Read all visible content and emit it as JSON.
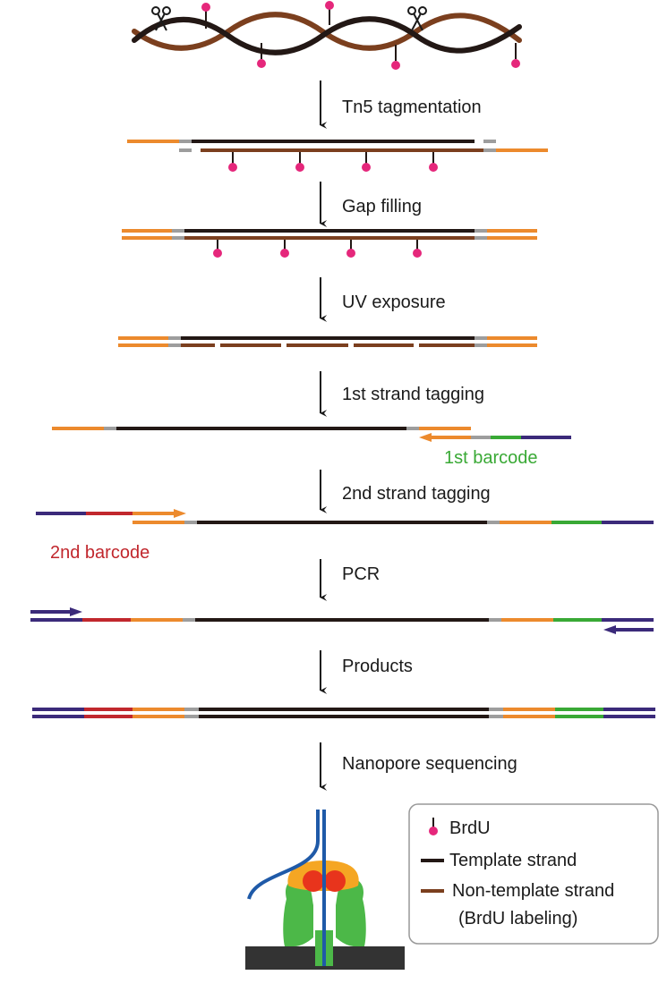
{
  "steps": [
    "Tn5 tagmentation",
    "Gap filling",
    "UV exposure",
    "1st strand tagging",
    "2nd strand tagging",
    "PCR",
    "Products",
    "Nanopore sequencing"
  ],
  "labels": {
    "first_barcode": "1st barcode",
    "second_barcode": "2nd barcode"
  },
  "legend": {
    "brdu": "BrdU",
    "template": "Template strand",
    "nontemplate": "Non-template strand",
    "nontemplate_sub": "(BrdU labeling)"
  },
  "colors": {
    "template": "#231815",
    "nontemplate": "#7b3f1e",
    "adapter": "#ec8a2d",
    "linker": "#9d9d9d",
    "brdu": "#e5277b",
    "barcode1": "#39a935",
    "barcode2": "#c1272d",
    "primer": "#3b2a7a",
    "pore": "#4cb848",
    "motor": "#f5a623",
    "motor_core": "#e8341c",
    "membrane": "#333333",
    "read_strand": "#1f5aa8"
  }
}
